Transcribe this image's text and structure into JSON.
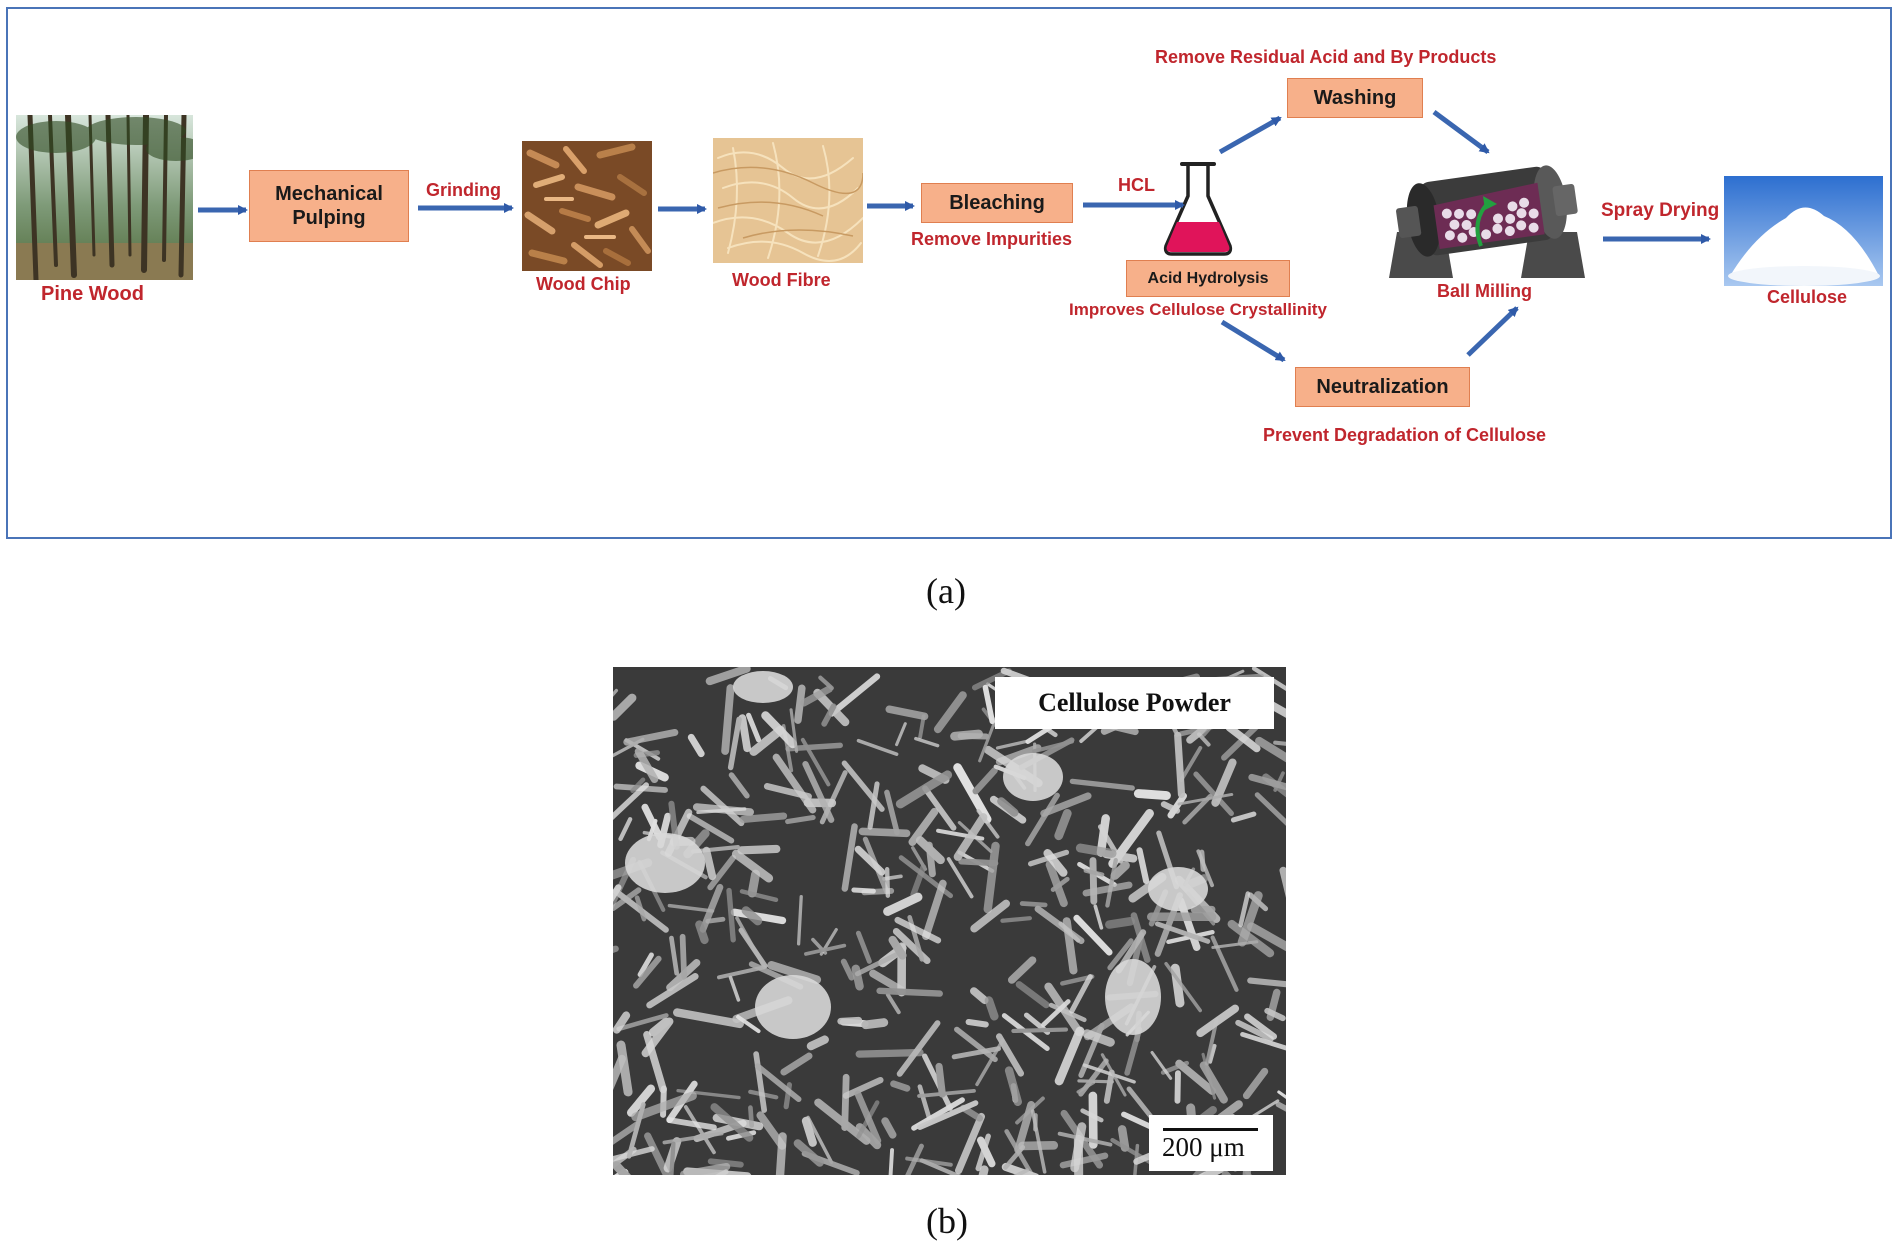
{
  "panel_a": {
    "nodes": {
      "pine_wood": "Pine Wood",
      "mechanical_pulping": "Mechanical Pulping",
      "wood_chip": "Wood Chip",
      "wood_fibre": "Wood Fibre",
      "bleaching": "Bleaching",
      "acid_hydrolysis": "Acid Hydrolysis",
      "washing": "Washing",
      "neutralization": "Neutralization",
      "ball_milling": "Ball Milling",
      "cellulose": "Cellulose"
    },
    "edge_labels": {
      "grinding": "Grinding",
      "remove_impurities": "Remove Impurities",
      "hcl": "HCL",
      "improves_crystallinity": "Improves Cellulose Crystallinity",
      "remove_residual": "Remove Residual Acid and By Products",
      "prevent_degradation": "Prevent Degradation of Cellulose",
      "spray_drying": "Spray Drying"
    },
    "caption": "(a)"
  },
  "panel_b": {
    "title": "Cellulose Powder",
    "scale_bar": "200 μm",
    "caption": "(b)"
  },
  "colors": {
    "process_box_fill": "#f7b08a",
    "label_red": "#c0262d",
    "arrow_blue": "#3a66b0",
    "frame_blue": "#4a74b8",
    "flask_liquid": "#e0145a",
    "recirculation_arrow": "#22a040"
  }
}
